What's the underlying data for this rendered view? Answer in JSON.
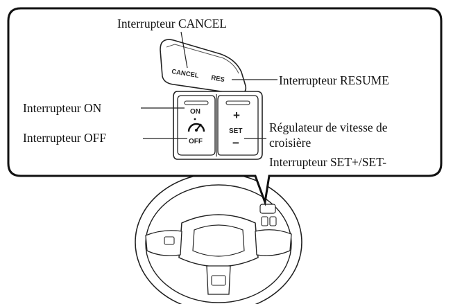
{
  "labels": {
    "cancel": "Interrupteur CANCEL",
    "resume": "Interrupteur RESUME",
    "on": "Interrupteur ON",
    "off": "Interrupteur OFF",
    "cruise_line1": "Régulateur de vitesse de",
    "cruise_line2": "croisière",
    "setpm": "Interrupteur SET+/SET-"
  },
  "switch_text": {
    "cancel": "CANCEL",
    "res": "RES",
    "on": "ON",
    "off": "OFF",
    "set": "SET",
    "plus": "+",
    "minus": "−"
  },
  "icons": [
    "cruise-speedometer-icon",
    "steering-wheel-illustration"
  ]
}
